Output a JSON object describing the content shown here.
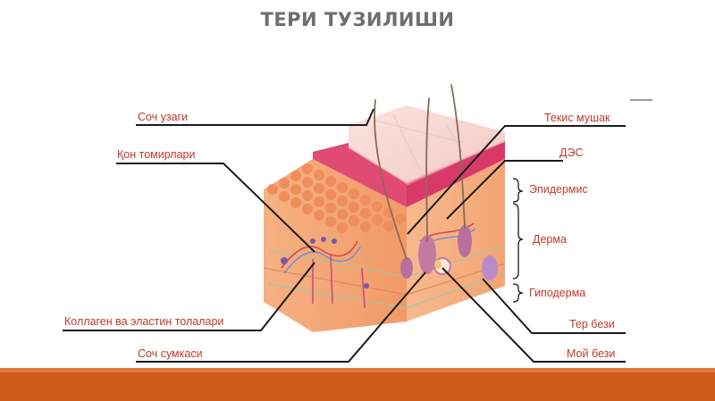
{
  "title": "ТЕРИ ТУЗИЛИШИ",
  "labels": {
    "hair_shaft": "Соч узаги",
    "blood_vessels": "Қон томирлари",
    "collagen": "Коллаген ва эластин толалари",
    "hair_follicle": "Соч сумкаси",
    "flat_muscle": "Текис мушак",
    "des": "ДЭС",
    "epidermis": "Эпидермис",
    "dermis": "Дерма",
    "hypodermis": "Гиподерма",
    "sweat_gland": "Тер бези",
    "sebaceous_gland": "Мой бези"
  },
  "colors": {
    "title": "#6e6e6e",
    "label": "#c0392b",
    "leader_line": "#1a1a1a",
    "footer": "#cf5b1a",
    "skin_top": "#f6d3cf",
    "epidermis": "#d9386b",
    "dermis": "#f4a06e",
    "hypodermis": "#f7b47f"
  }
}
